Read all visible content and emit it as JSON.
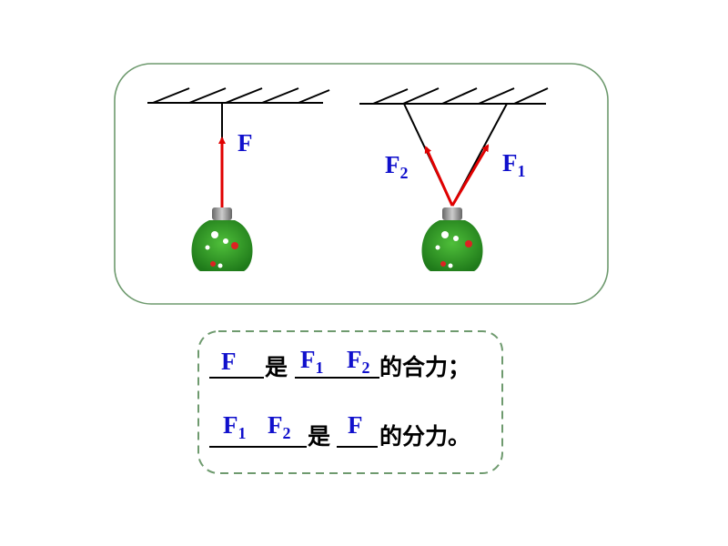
{
  "diagram": {
    "left": {
      "force_label": "F"
    },
    "right": {
      "force1_label": "F",
      "force1_sub": "1",
      "force2_label": "F",
      "force2_sub": "2"
    }
  },
  "text": {
    "line1": {
      "blank1": "F",
      "word1": "是",
      "blank2a": "F",
      "blank2a_sub": "1",
      "blank2b": "F",
      "blank2b_sub": "2",
      "word2": "的合力；"
    },
    "line2": {
      "blank1a": "F",
      "blank1a_sub": "1",
      "blank1b": "F",
      "blank1b_sub": "2",
      "word1": "是",
      "blank2": "F",
      "word2": "的分力。"
    }
  },
  "colors": {
    "frame": "#6e9a6e",
    "force": "#e00000",
    "label": "#1010cc"
  }
}
